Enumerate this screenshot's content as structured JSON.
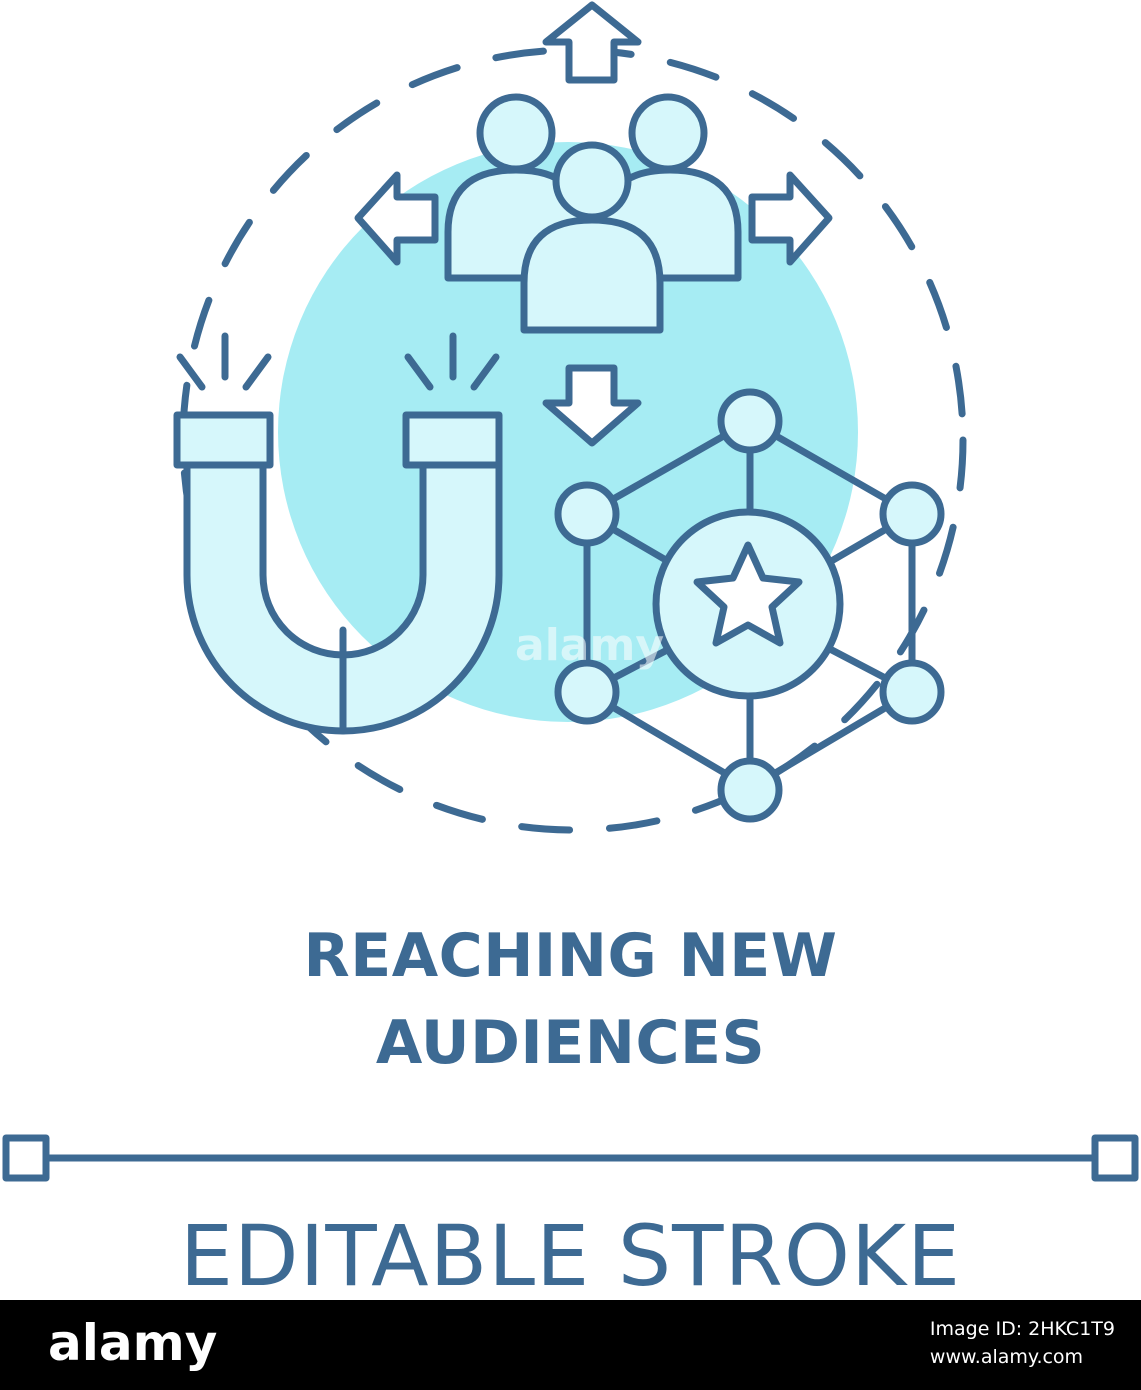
{
  "headline": {
    "line1": "REACHING NEW",
    "line2": "AUDIENCES"
  },
  "editable_label": "EDITABLE STROKE",
  "watermark": "alamy",
  "footer": {
    "logo": "alamy",
    "image_id": "Image ID: 2HKC1T9",
    "site": "www.alamy.com"
  },
  "colors": {
    "stroke": "#3d6a93",
    "fill_light": "#d6f7fb",
    "background_circle": "#a6ecf3",
    "footer_background": "#000000"
  },
  "icons": [
    "audience-group-icon",
    "magnet-icon",
    "network-star-icon",
    "expand-arrows-icon",
    "dashed-circle-frame"
  ]
}
